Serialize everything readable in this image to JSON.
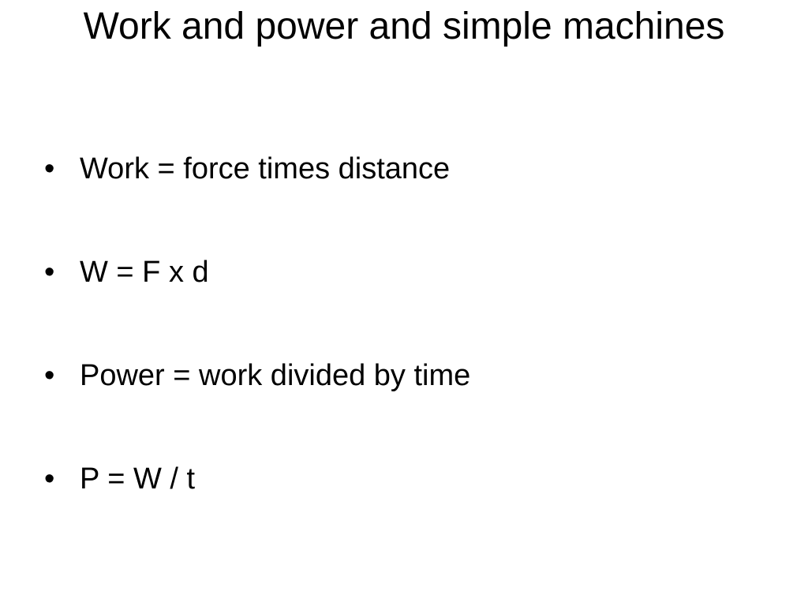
{
  "slide": {
    "title": "Work and power and simple machines",
    "bullet_marker": "•",
    "bullets": [
      "Work = force times distance",
      "W = F x d",
      "Power = work divided by time",
      "P = W / t"
    ]
  }
}
